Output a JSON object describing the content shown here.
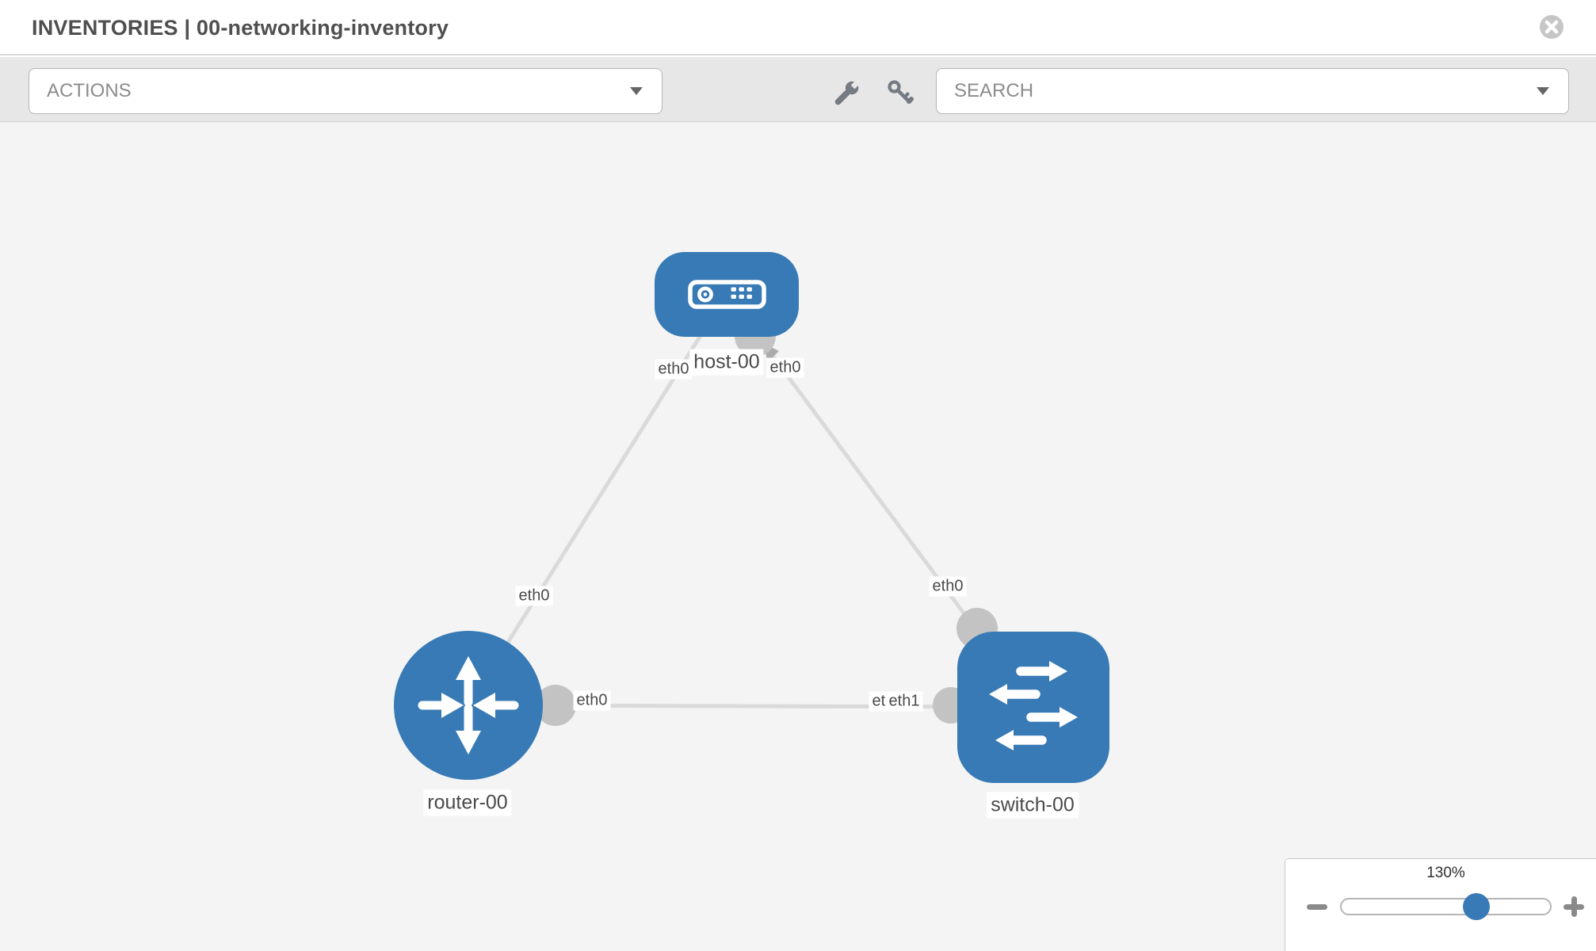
{
  "header": {
    "title": "INVENTORIES | 00-networking-inventory"
  },
  "toolbar": {
    "actions_label": "ACTIONS",
    "search_placeholder": "SEARCH",
    "icons": [
      "wrench",
      "key"
    ]
  },
  "diagram": {
    "nodes": [
      {
        "label": "host-00",
        "type": "host"
      },
      {
        "label": "router-00",
        "type": "router"
      },
      {
        "label": "switch-00",
        "type": "switch"
      }
    ],
    "links": [
      {
        "from": "host-00",
        "to": "router-00",
        "from_interface": "eth0",
        "to_interface": "eth0"
      },
      {
        "from": "host-00",
        "to": "switch-00",
        "from_interface": "eth0",
        "to_interface": "eth0"
      },
      {
        "from": "router-00",
        "to": "switch-00",
        "from_interface": "eth0",
        "to_interface": "eth1"
      }
    ],
    "interface_labels": {
      "host_router_host": "eth0",
      "host_router_router": "eth0",
      "host_switch_host": "eth0",
      "host_switch_switch": "eth0",
      "router_switch_router": "eth0",
      "router_switch_under": "eth0",
      "router_switch_switch": "eth1"
    }
  },
  "zoom_widget": {
    "level": "130%"
  },
  "colors": {
    "node_blue": "#387ab5",
    "link_gray": "#dadada",
    "interface_dot_gray": "#c3c3c3",
    "toolbar_gray": "#e7e7e7",
    "canvas_gray": "#f4f4f4"
  }
}
